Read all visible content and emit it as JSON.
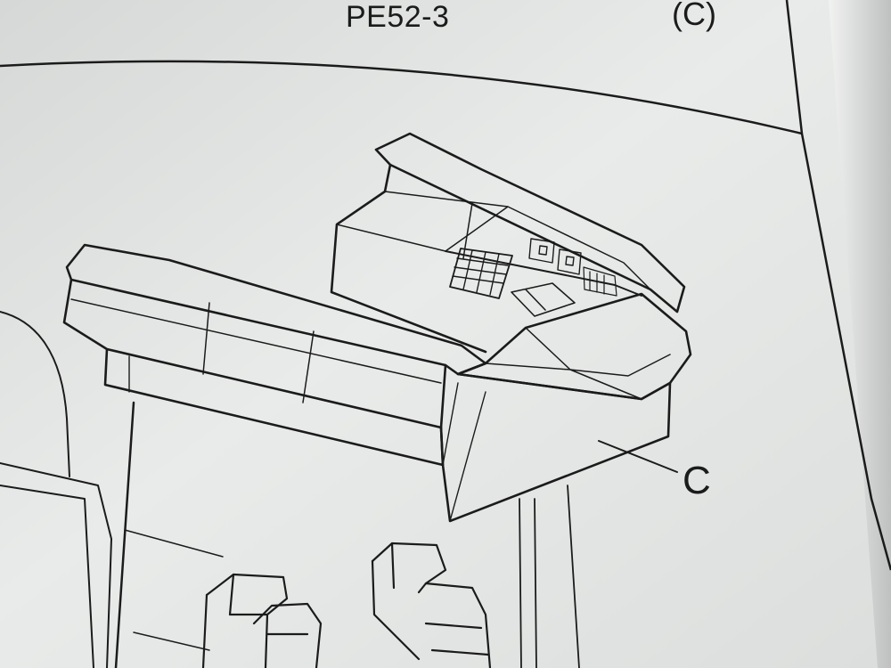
{
  "header": {
    "sheet_code": "PE52-3",
    "part_ref": "(C)"
  },
  "callouts": {
    "part_letter": "C"
  },
  "colors": {
    "paper": "#eaeceb",
    "paper_shadow": "#c9cbcb",
    "ink": "#1b1b1b",
    "backdrop": "#8e9090"
  }
}
